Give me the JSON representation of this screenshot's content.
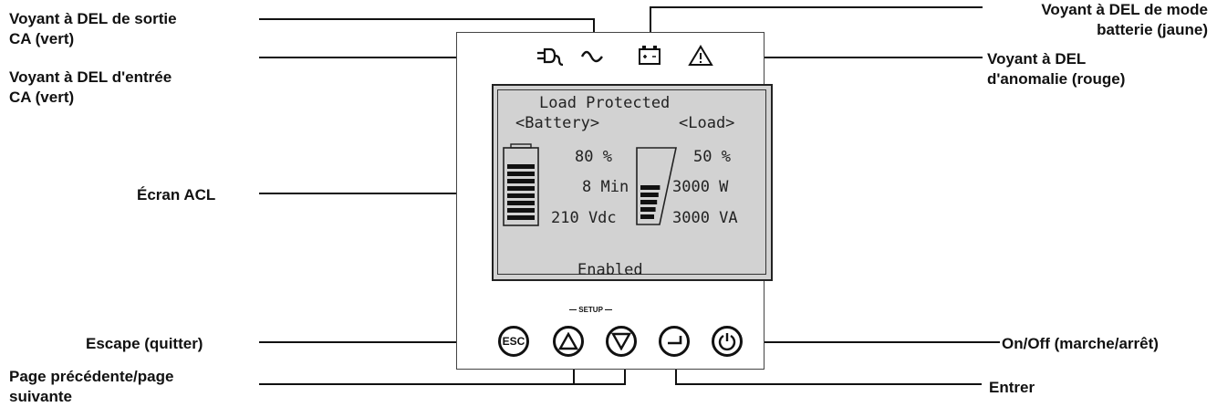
{
  "callouts": {
    "ac_output_led": [
      "Voyant à DEL de sortie",
      "CA (vert)"
    ],
    "ac_input_led": [
      "Voyant à DEL d'entrée",
      "CA (vert)"
    ],
    "battery_mode_led": [
      "Voyant à DEL de mode",
      "batterie (jaune)"
    ],
    "fault_led": [
      "Voyant à DEL",
      "d'anomalie (rouge)"
    ],
    "lcd_screen": "Écran ACL",
    "escape": "Escape (quitter)",
    "page_nav": [
      "Page précédente/page",
      "suivante"
    ],
    "on_off": "On/Off (marche/arrêt)",
    "enter": "Entrer"
  },
  "led_icons": {
    "plug": "plug-icon",
    "sine_wave": "sine-wave-icon",
    "battery": "battery-icon",
    "warning": "warning-triangle-icon"
  },
  "lcd": {
    "status_line": "Load Protected",
    "battery_header": "<Battery>",
    "load_header": "<Load>",
    "battery_percent": "80 %",
    "battery_runtime": "8 Min",
    "battery_voltage": "210 Vdc",
    "load_percent": "50 %",
    "load_watts": "3000 W",
    "load_va": "3000 VA",
    "footer": "Enabled",
    "battery_level": 0.8,
    "load_level": 0.5
  },
  "buttons": {
    "esc_label": "ESC",
    "setup_label": "SETUP"
  }
}
